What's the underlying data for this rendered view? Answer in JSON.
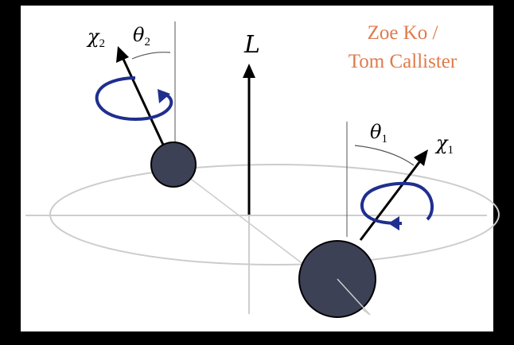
{
  "credit": {
    "line1": "Zoe Ko /",
    "line2": "Tom Callister",
    "color": "#e07a4a"
  },
  "labels": {
    "L": "L",
    "theta1": "θ",
    "theta1_sub": "1",
    "chi1": "χ",
    "chi1_sub": "1",
    "theta2": "θ",
    "theta2_sub": "2",
    "chi2": "χ",
    "chi2_sub": "2"
  },
  "colors": {
    "background": "#000000",
    "panel": "#ffffff",
    "orbit": "#cccccc",
    "axes": "#bdbdbd",
    "body_fill": "#3d4156",
    "spin_arrow": "#1f2f8f",
    "vector": "#000000"
  }
}
